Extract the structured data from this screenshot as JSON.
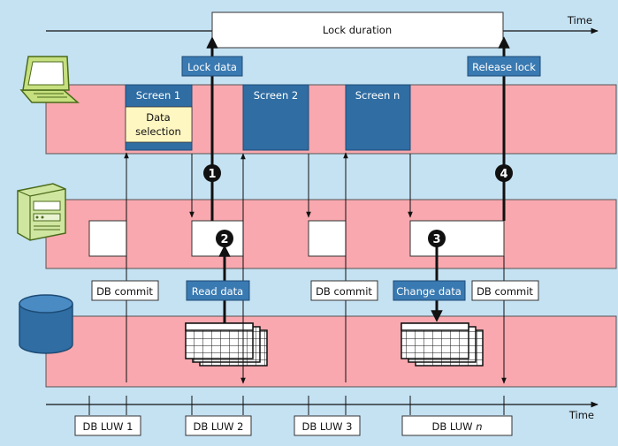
{
  "colors": {
    "background": "#c5e2f3",
    "lane": "#f8a8ae",
    "screen": "#2f6da3",
    "tag": "#3a7ab2",
    "selection": "#fff7c2",
    "line": "#111111"
  },
  "icons": {
    "frontend": "laptop-icon",
    "app_server": "server-icon",
    "database": "database-icon"
  },
  "top": {
    "time_label": "Time",
    "lock_duration": "Lock duration",
    "lock_data": "Lock data",
    "release_lock": "Release lock"
  },
  "screens": {
    "screen1": "Screen 1",
    "screen2": "Screen 2",
    "screenn": "Screen n",
    "data_selection_line1": "Data",
    "data_selection_line2": "selection"
  },
  "steps": {
    "s1": "1",
    "s2": "2",
    "s3": "3",
    "s4": "4"
  },
  "middle": {
    "db_commit_1": "DB commit",
    "read_data": "Read data",
    "db_commit_2": "DB commit",
    "change_data": "Change data",
    "db_commit_3": "DB commit"
  },
  "bottom": {
    "time_label": "Time",
    "luw1": "DB LUW 1",
    "luw2": "DB LUW 2",
    "luw3": "DB LUW 3",
    "luwn_prefix": "DB LUW ",
    "luwn_italic": "n"
  }
}
